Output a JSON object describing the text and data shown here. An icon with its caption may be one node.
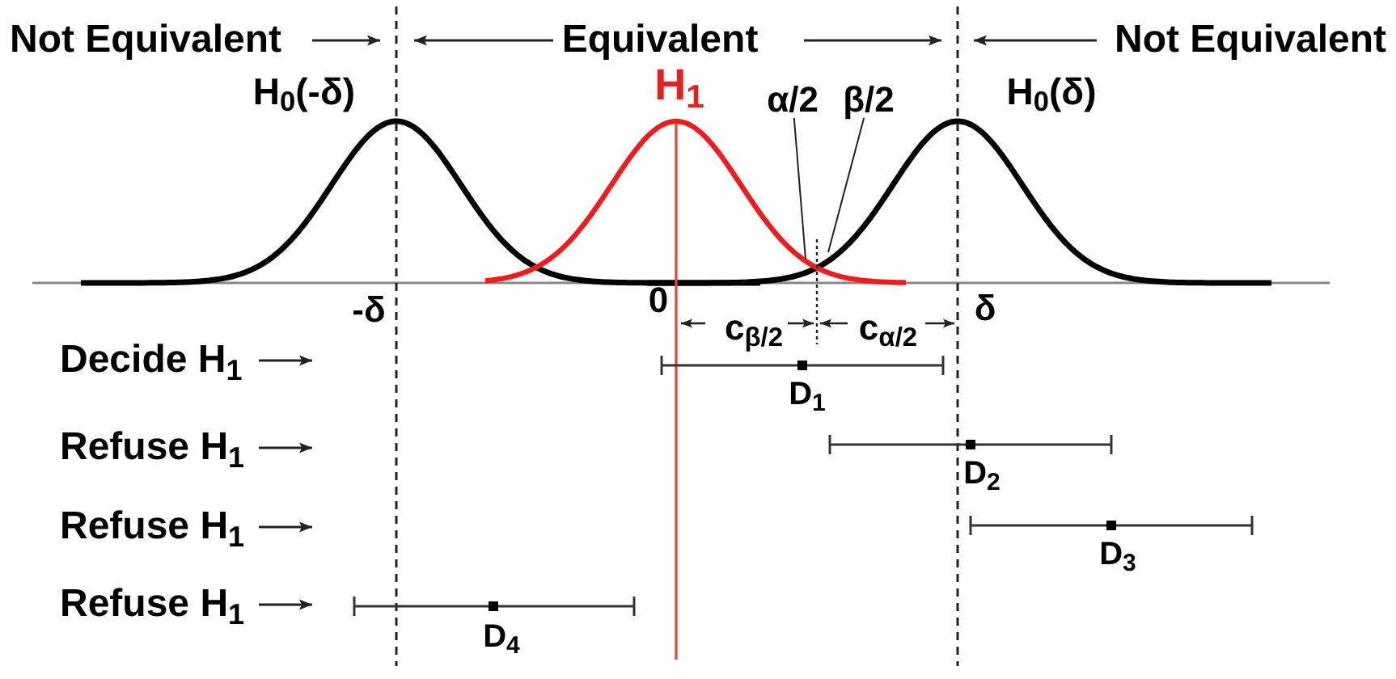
{
  "diagram": {
    "nodes": [
      {
        "text": [
          "α/2"
        ]
      },
      {
        "text": [
          "β/2"
        ]
      }
    ],
    "edges": [
      {
        "from": 0,
        "to": null,
        "arrow": "none"
      },
      {
        "from": 1,
        "to": null,
        "arrow": "none"
      }
    ],
    "labels": [
      "Not Equivalent",
      "Equivalent",
      "Not Equivalent",
      "H$_{0}$(-δ)",
      "H$_{1}$",
      "H$_{0}$(δ)",
      "-δ",
      "0",
      "δ",
      "c$_{β/2}$",
      "c$_{α/2}$",
      "Decide H$_{1}$",
      "D$_{1}$",
      "Refuse H$_{1}$",
      "D$_{2}$",
      "Refuse H$_{1}$",
      "D$_{3}$",
      "Refuse H$_{1}$",
      "D$_{4}$"
    ]
  }
}
